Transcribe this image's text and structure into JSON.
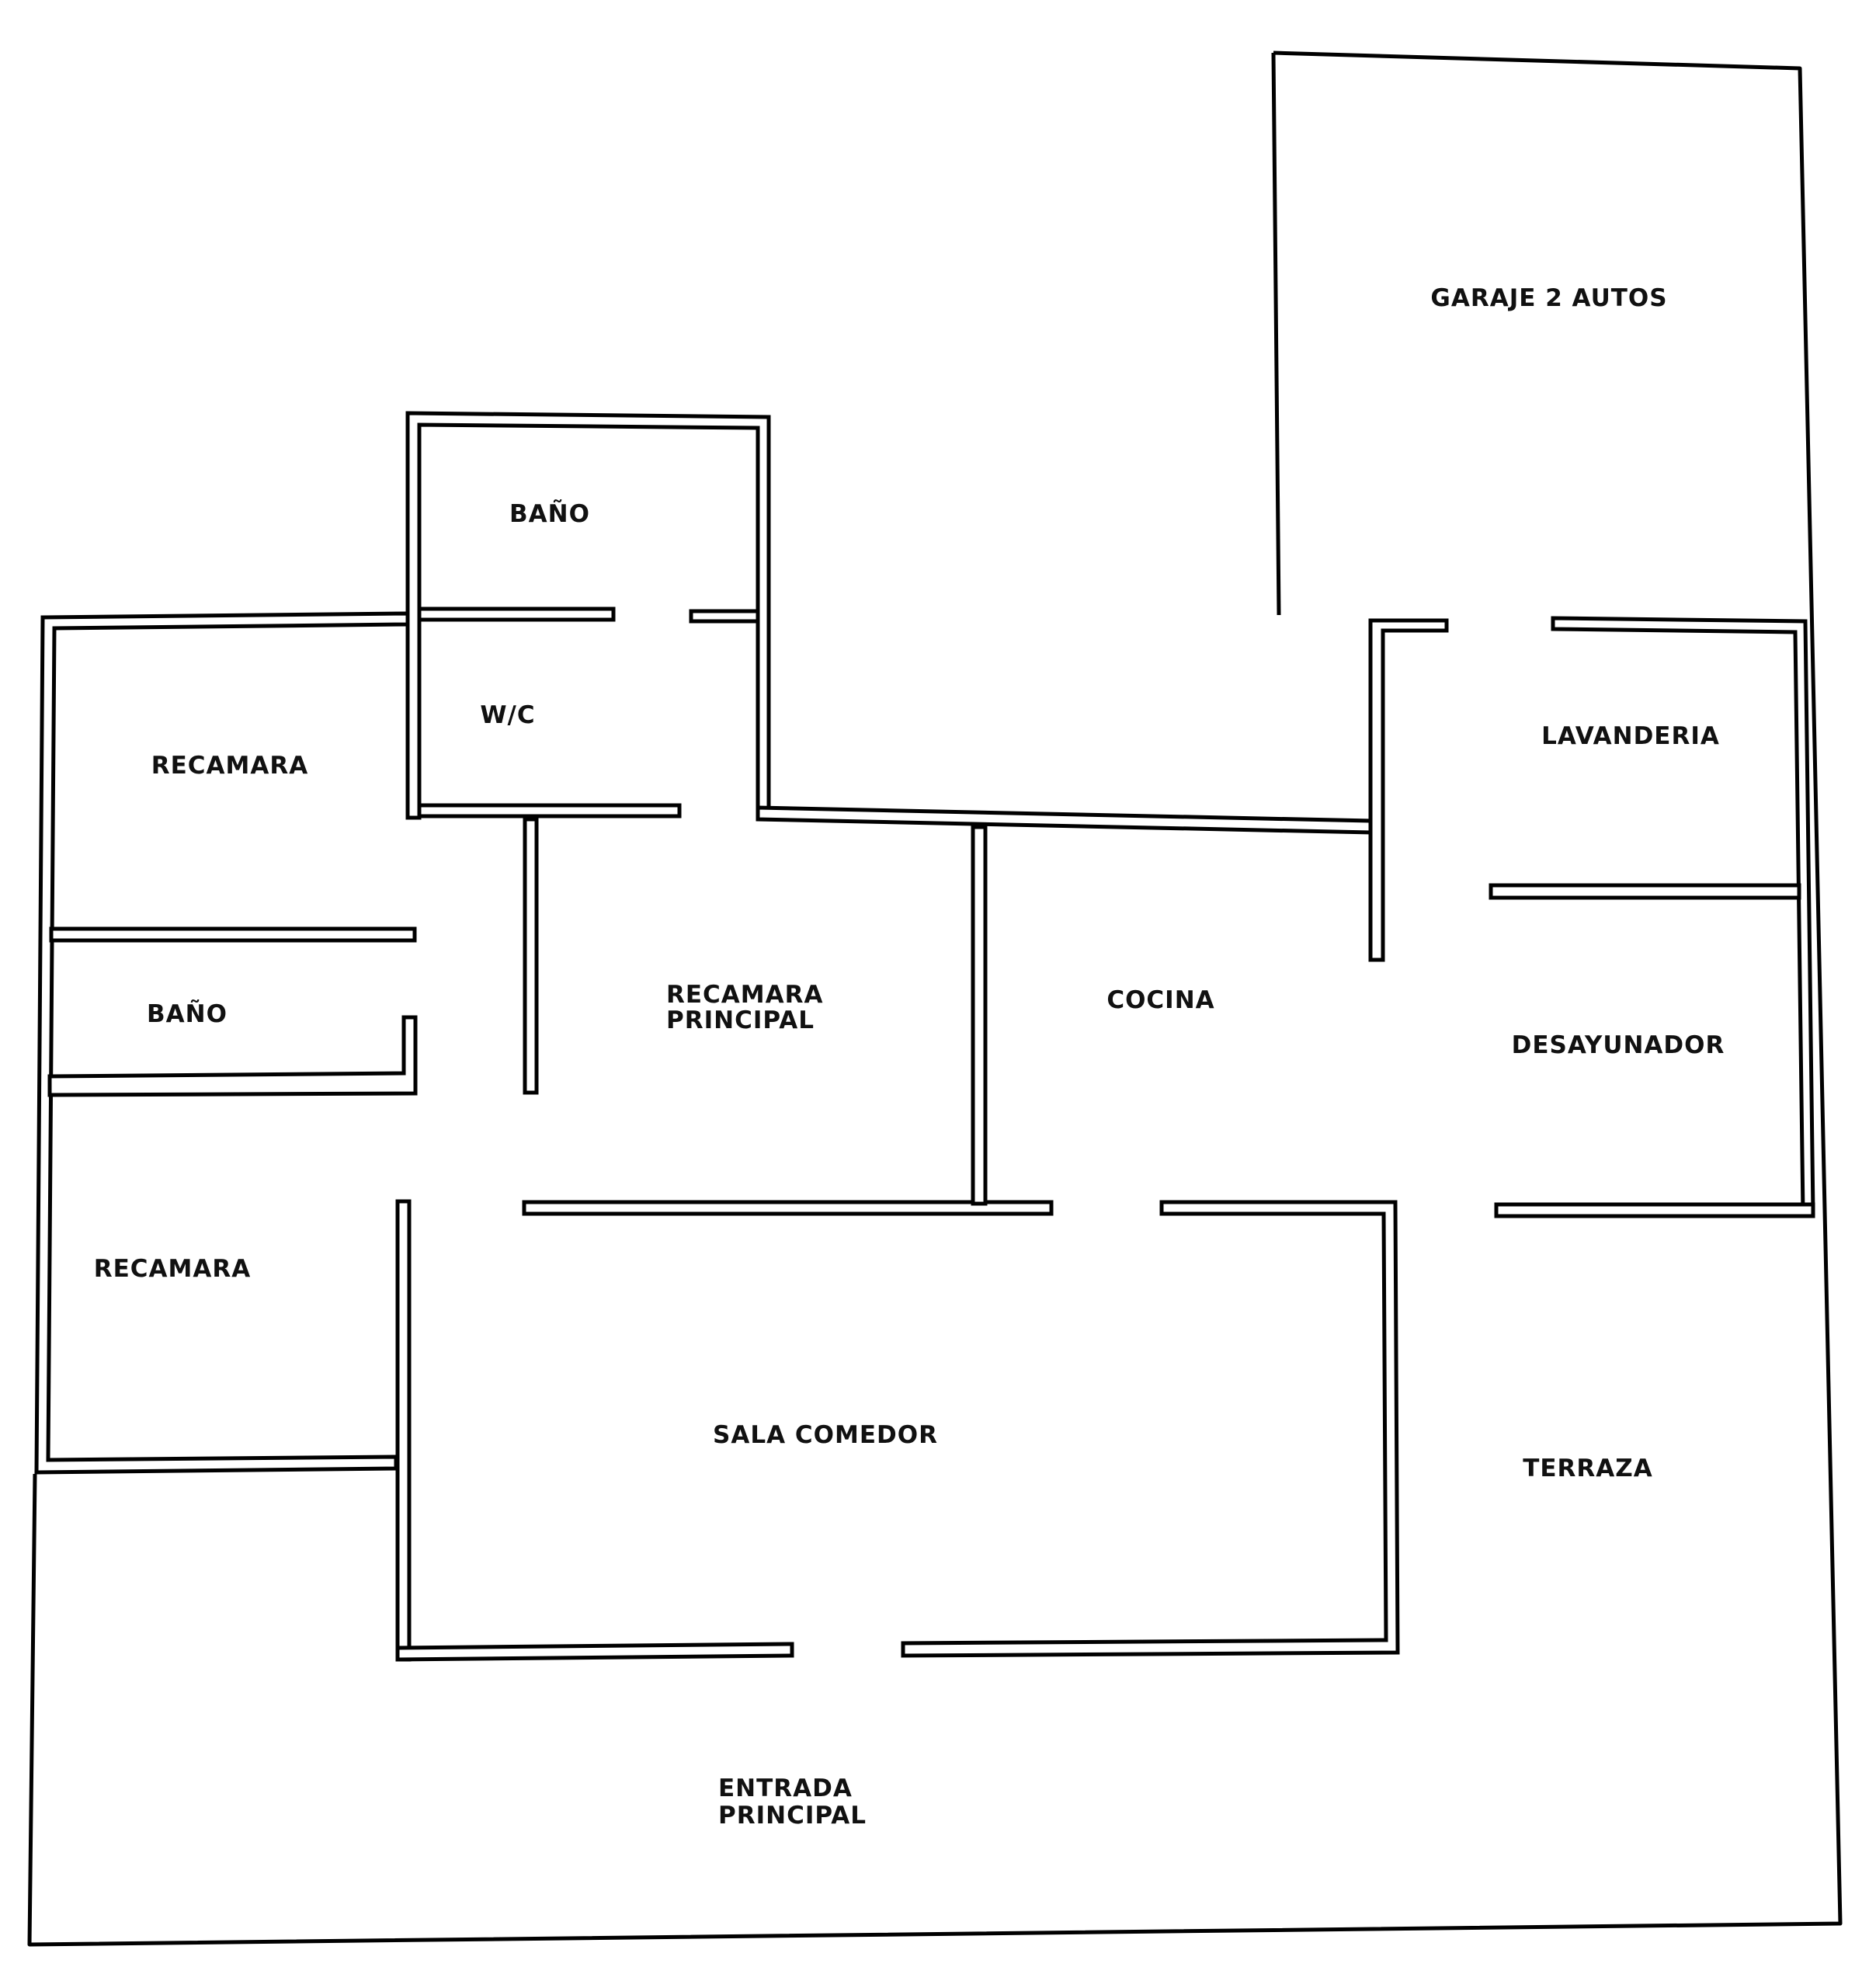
{
  "colors": {
    "line": "#000000",
    "paper": "#ffffff"
  },
  "rooms": {
    "garage": "GARAJE 2 AUTOS",
    "bath_top": "BAÑO",
    "wc": "W/C",
    "bedroom_top_left": "RECAMARA",
    "laundry": "LAVANDERIA",
    "bath_left": "BAÑO",
    "master_bedroom": [
      "RECAMARA",
      "PRINCIPAL"
    ],
    "kitchen": "COCINA",
    "breakfast_nook": "DESAYUNADOR",
    "bedroom_bottom_left": "RECAMARA",
    "living_dining": "SALA COMEDOR",
    "terrace": "TERRAZA",
    "main_entrance": [
      "ENTRADA",
      "PRINCIPAL"
    ]
  }
}
